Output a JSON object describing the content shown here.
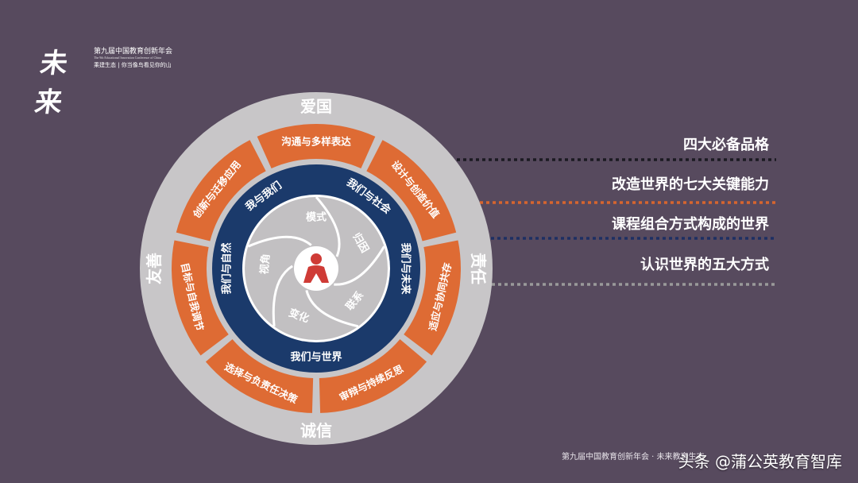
{
  "logo": {
    "mark": "未来",
    "line1": "第九届中国教育创新年会",
    "line2": "The 9th Educational Innovation Conference of China",
    "line3": "乘建生态 | 你当像鸟看见你的山"
  },
  "diagram": {
    "outer_ring": {
      "color": "#c8c6c8",
      "labels": [
        "爱国",
        "责任",
        "诚信",
        "友善"
      ]
    },
    "skill_ring": {
      "color": "#de6b34",
      "labels": [
        "沟通与多样表达",
        "设计与创造价值",
        "适应与协同共存",
        "审辩与持续反思",
        "选择与负责任决策",
        "目标与自我调节",
        "创新与迁移应用"
      ]
    },
    "relation_ring": {
      "color": "#1b3a6b",
      "labels": [
        "我们与社会",
        "我们与未来",
        "我们与世界",
        "我们与自然",
        "我与我们"
      ]
    },
    "lens": {
      "color": "#c2c0c2",
      "labels": [
        "模式",
        "归因",
        "联系",
        "变化",
        "视角"
      ]
    },
    "center_icon": "person-icon",
    "center_color": "#cf3b36"
  },
  "legend": [
    {
      "label": "四大必备品格",
      "color": "#1c1a22"
    },
    {
      "label": "改造世界的七大关键能力",
      "color": "#d7652e"
    },
    {
      "label": "课程组合方式构成的世界",
      "color": "#1e2f63"
    },
    {
      "label": "认识世界的五大方式",
      "color": "#9a9a9a"
    }
  ],
  "footer_note": "第九届中国教育创新年会 · 未来教育生态",
  "watermark": "头条 @蒲公英教育智库"
}
